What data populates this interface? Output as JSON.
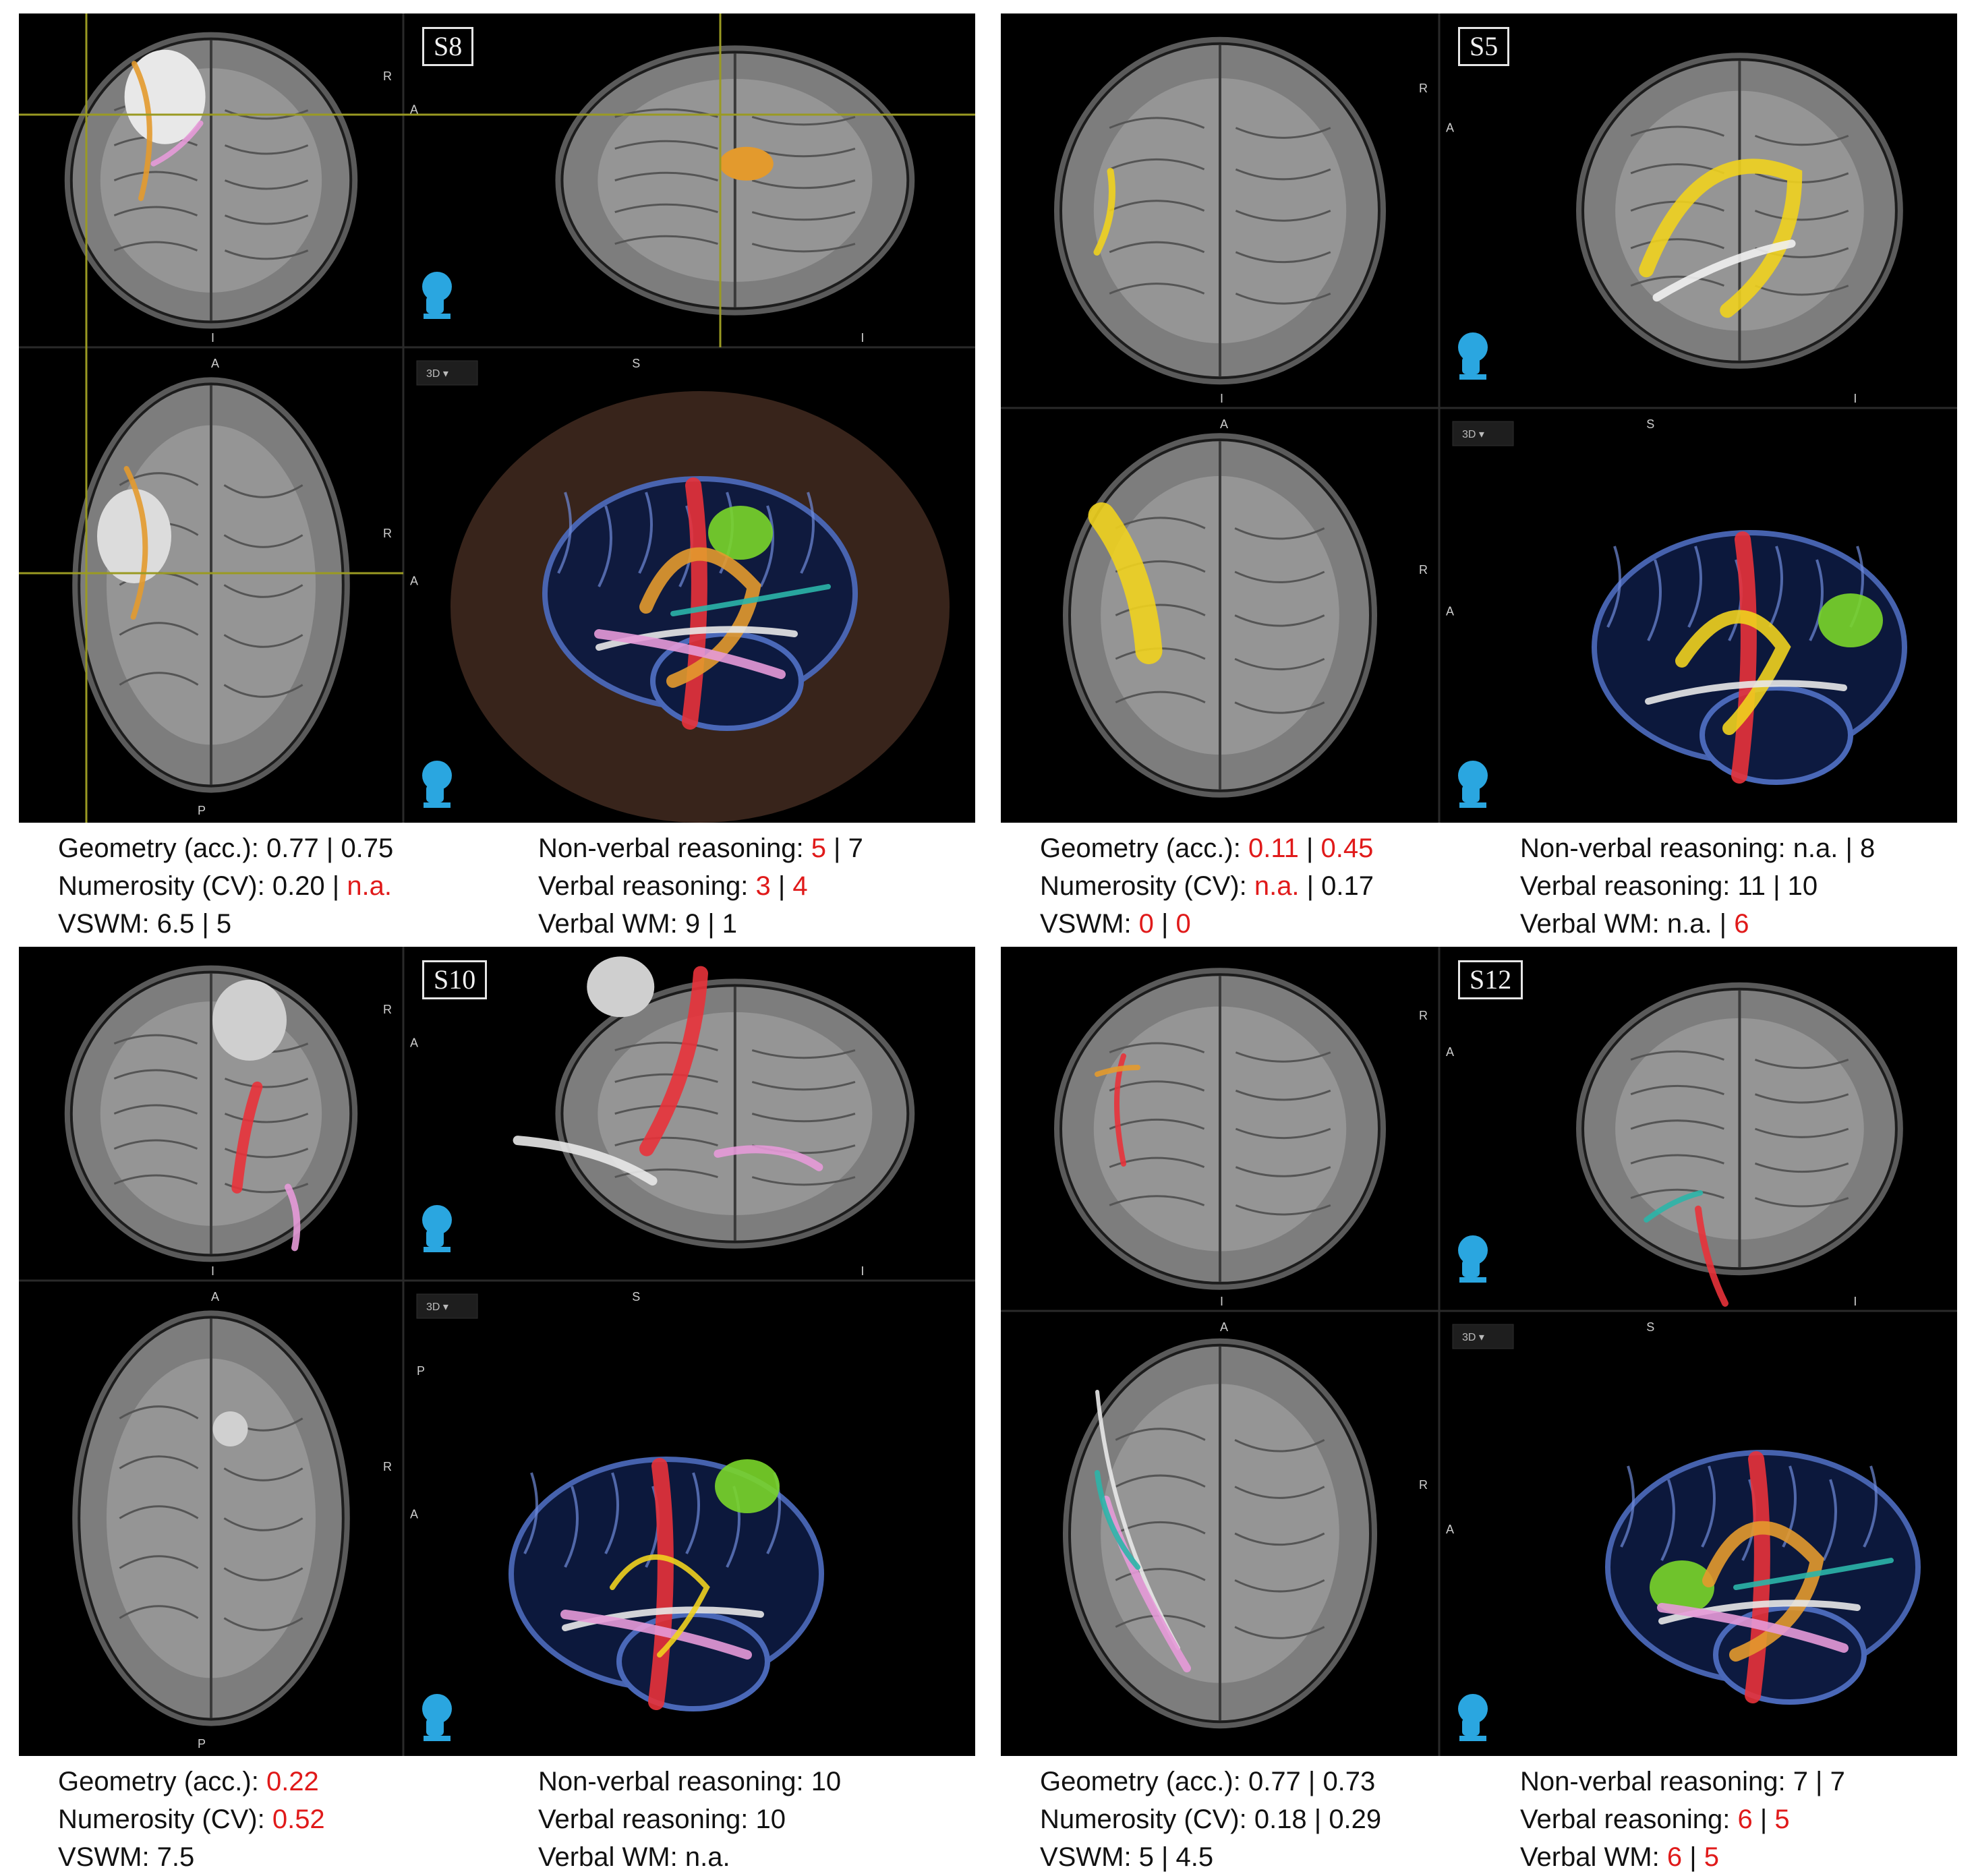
{
  "panels": [
    {
      "label": "S8",
      "left": [
        {
          "name": "Geometry (acc.)",
          "values": [
            {
              "v": "0.77",
              "red": false
            },
            {
              "v": "0.75",
              "red": false
            }
          ]
        },
        {
          "name": "Numerosity (CV)",
          "values": [
            {
              "v": "0.20",
              "red": false
            },
            {
              "v": "n.a.",
              "red": true
            }
          ]
        },
        {
          "name": "VSWM",
          "values": [
            {
              "v": "6.5",
              "red": false
            },
            {
              "v": "5",
              "red": false
            }
          ]
        }
      ],
      "right": [
        {
          "name": "Non-verbal reasoning",
          "values": [
            {
              "v": "5",
              "red": true
            },
            {
              "v": "7",
              "red": false
            }
          ]
        },
        {
          "name": "Verbal reasoning",
          "values": [
            {
              "v": "3",
              "red": true
            },
            {
              "v": "4",
              "red": true
            }
          ]
        },
        {
          "name": "Verbal WM",
          "values": [
            {
              "v": "9",
              "red": false
            },
            {
              "v": "1",
              "red": false
            }
          ]
        }
      ]
    },
    {
      "label": "S5",
      "left": [
        {
          "name": "Geometry (acc.)",
          "values": [
            {
              "v": "0.11",
              "red": true
            },
            {
              "v": "0.45",
              "red": true
            }
          ]
        },
        {
          "name": "Numerosity (CV)",
          "values": [
            {
              "v": "n.a.",
              "red": true
            },
            {
              "v": "0.17",
              "red": false
            }
          ]
        },
        {
          "name": "VSWM",
          "values": [
            {
              "v": "0",
              "red": true
            },
            {
              "v": "0",
              "red": true
            }
          ]
        }
      ],
      "right": [
        {
          "name": "Non-verbal reasoning",
          "values": [
            {
              "v": "n.a.",
              "red": false
            },
            {
              "v": "8",
              "red": false
            }
          ]
        },
        {
          "name": "Verbal reasoning",
          "values": [
            {
              "v": "11",
              "red": false
            },
            {
              "v": "10",
              "red": false
            }
          ]
        },
        {
          "name": "Verbal WM",
          "values": [
            {
              "v": "n.a.",
              "red": false
            },
            {
              "v": "6",
              "red": true
            }
          ]
        }
      ]
    },
    {
      "label": "S10",
      "left": [
        {
          "name": "Geometry (acc.)",
          "values": [
            {
              "v": "0.22",
              "red": true
            }
          ]
        },
        {
          "name": "Numerosity (CV)",
          "values": [
            {
              "v": "0.52",
              "red": true
            }
          ]
        },
        {
          "name": "VSWM",
          "values": [
            {
              "v": "7.5",
              "red": false
            }
          ]
        }
      ],
      "right": [
        {
          "name": "Non-verbal reasoning",
          "values": [
            {
              "v": "10",
              "red": false
            }
          ]
        },
        {
          "name": "Verbal reasoning",
          "values": [
            {
              "v": "10",
              "red": false
            }
          ]
        },
        {
          "name": "Verbal WM",
          "values": [
            {
              "v": "n.a.",
              "red": false
            }
          ]
        }
      ]
    },
    {
      "label": "S12",
      "left": [
        {
          "name": "Geometry (acc.)",
          "values": [
            {
              "v": "0.77",
              "red": false
            },
            {
              "v": "0.73",
              "red": false
            }
          ]
        },
        {
          "name": "Numerosity (CV)",
          "values": [
            {
              "v": "0.18",
              "red": false
            },
            {
              "v": "0.29",
              "red": false
            }
          ]
        },
        {
          "name": "VSWM",
          "values": [
            {
              "v": "5",
              "red": false
            },
            {
              "v": "4.5",
              "red": false
            }
          ]
        }
      ],
      "right": [
        {
          "name": "Non-verbal reasoning",
          "values": [
            {
              "v": "7",
              "red": false
            },
            {
              "v": "7",
              "red": false
            }
          ]
        },
        {
          "name": "Verbal reasoning",
          "values": [
            {
              "v": "6",
              "red": true
            },
            {
              "v": "5",
              "red": true
            }
          ]
        },
        {
          "name": "Verbal WM",
          "values": [
            {
              "v": "6",
              "red": true
            },
            {
              "v": "5",
              "red": true
            }
          ]
        }
      ]
    }
  ],
  "orientation_labels": {
    "r": "R",
    "a": "A",
    "s": "S",
    "i": "I",
    "p": "P"
  },
  "view_menu": "3D ▾",
  "colors": {
    "red_value": "#e01a1a",
    "tract_red": "#e8323a",
    "tract_orange": "#e39a2d",
    "tract_yellow": "#f0d21e",
    "tract_pink": "#e59ad8",
    "tract_cyan": "#2bb5a8",
    "tumor_green": "#7ad62a",
    "brain_blue": "#4a68b8",
    "head_icon": "#2aa6e0"
  }
}
